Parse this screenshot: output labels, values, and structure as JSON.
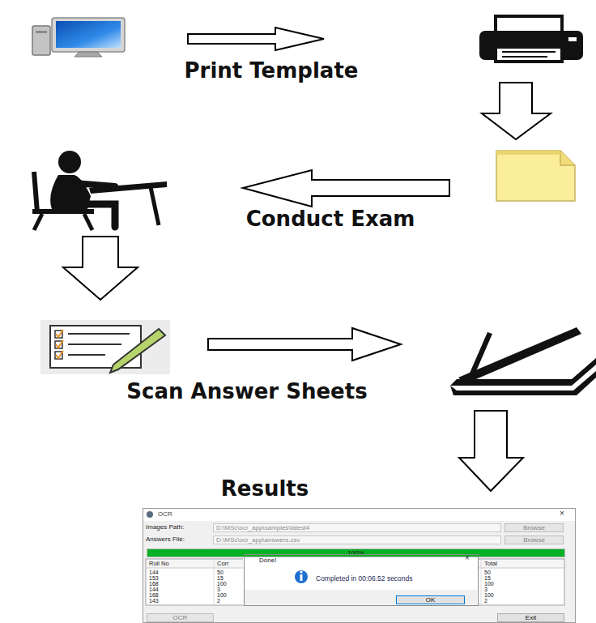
{
  "diagram": {
    "nodes": [
      {
        "text": [
          "OCR"
        ]
      },
      {
        "text": [
          "D:\\MSc\\ocr_app\\samples\\latest4"
        ],
        "in": 0
      },
      {
        "text": [
          "Browse"
        ],
        "in": 0
      },
      {
        "text": [
          "D:\\MSc\\ocr_app\\answers.csv"
        ],
        "in": 0
      },
      {
        "text": [
          "Browse"
        ],
        "in": 0
      },
      {
        "text": [
          "100%"
        ],
        "in": 0
      },
      {
        "text": [
          "Done!",
          "Completed in 00:06.52 seconds"
        ],
        "in": 0
      },
      {
        "text": [
          "OK"
        ],
        "in": 6
      },
      {
        "text": [
          "OCR"
        ],
        "in": 0
      },
      {
        "text": [
          "Exit"
        ],
        "in": 0
      }
    ],
    "labels": [
      "Print Template",
      "Conduct Exam",
      "Scan Answer Sheets",
      "Results",
      "Images Path:",
      "Answers File:",
      "×",
      "×",
      "Roll No",
      "Corr",
      "Total",
      "144",
      "50",
      "50",
      "153",
      "15",
      "15",
      "168",
      "100",
      "100",
      "144",
      "3",
      "3",
      "168",
      "100",
      "100",
      "143",
      "2",
      "2"
    ]
  }
}
